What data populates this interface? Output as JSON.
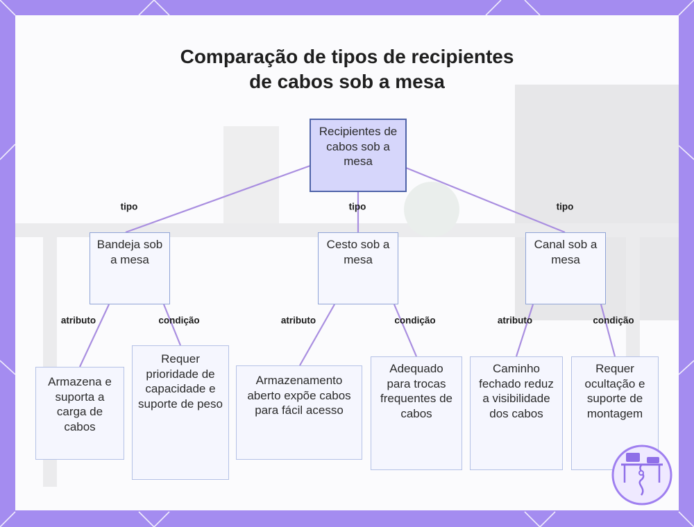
{
  "title": "Comparação de tipos de recipientes\nde cabos sob a mesa",
  "colors": {
    "frame": "#a48cf0",
    "edge": "#a98ee0",
    "root_fill": "#d6d6fb",
    "node_border": "#8ea3d6"
  },
  "root": {
    "label": "Recipientes de cabos sob a mesa"
  },
  "types": [
    {
      "edge_label": "tipo",
      "label": "Bandeja sob a mesa",
      "attribute": {
        "edge_label": "atributo",
        "label": "Armazena e suporta a carga de cabos"
      },
      "condition": {
        "edge_label": "condição",
        "label": "Requer prioridade de capacidade e suporte de peso"
      }
    },
    {
      "edge_label": "tipo",
      "label": "Cesto sob a mesa",
      "attribute": {
        "edge_label": "atributo",
        "label": "Armazenamento aberto expõe cabos para fácil acesso"
      },
      "condition": {
        "edge_label": "condição",
        "label": "Adequado para trocas frequentes de cabos"
      }
    },
    {
      "edge_label": "tipo",
      "label": "Canal sob a mesa",
      "attribute": {
        "edge_label": "atributo",
        "label": "Caminho fechado reduz a visibilidade dos cabos"
      },
      "condition": {
        "edge_label": "condição",
        "label": "Requer ocultação e suporte de montagem"
      }
    }
  ],
  "logo_icon": "desk-cable-logo-icon"
}
